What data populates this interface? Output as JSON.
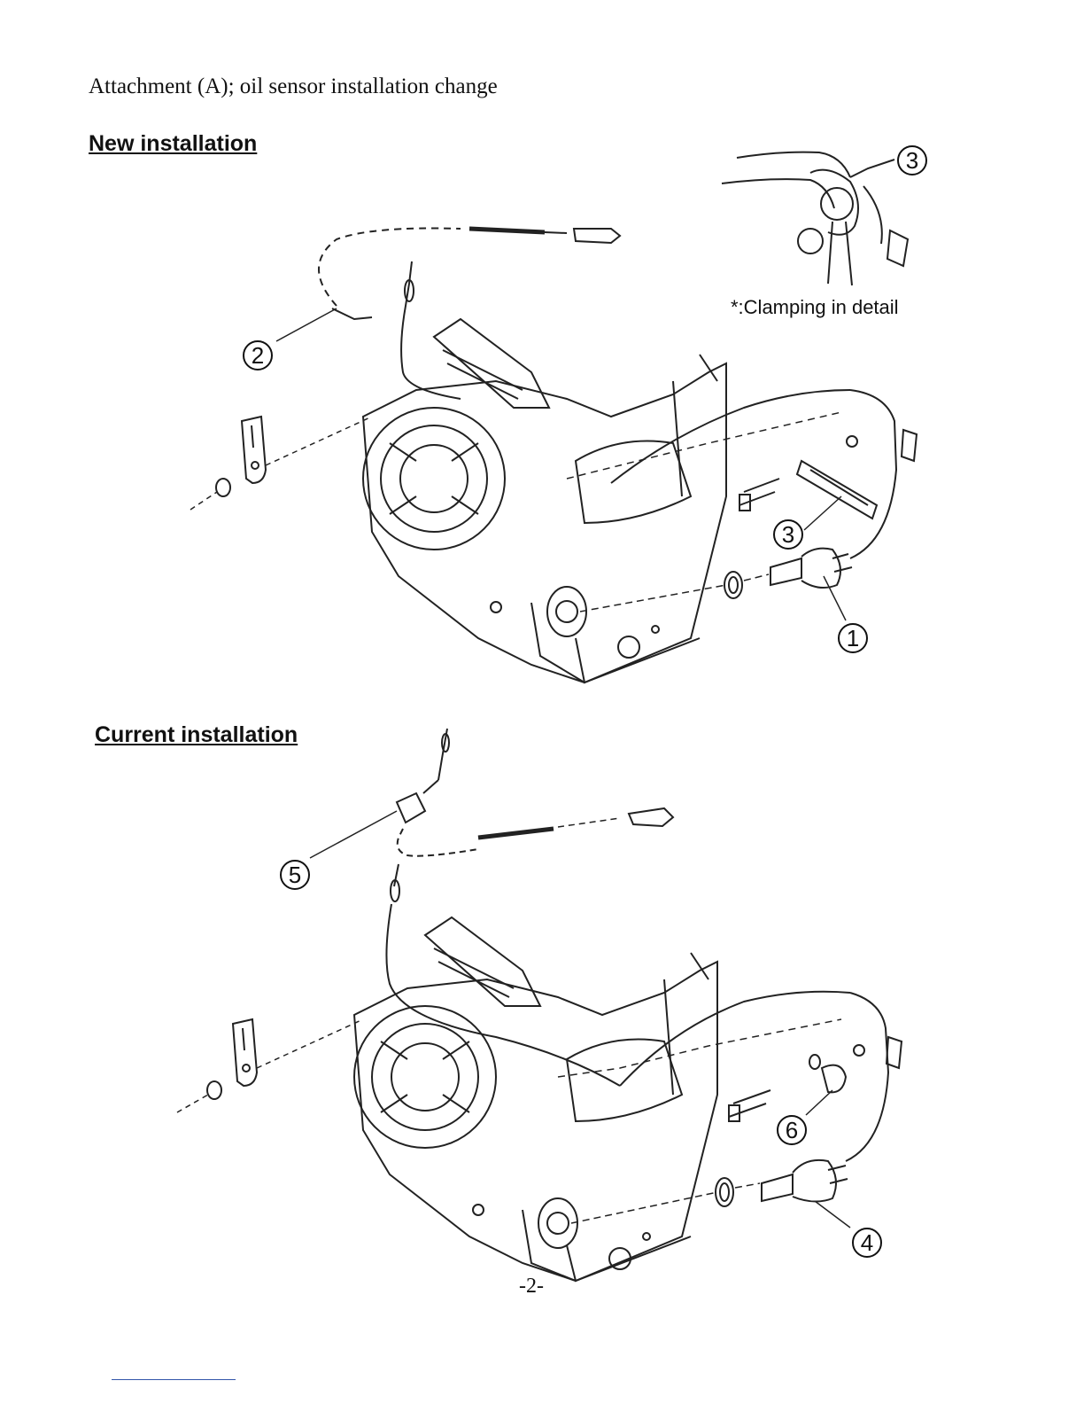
{
  "document": {
    "title": "Attachment (A); oil sensor installation change",
    "page_number": "-2-"
  },
  "sections": {
    "new_installation": {
      "heading": "New installation",
      "detail_note": "*:Clamping in detail",
      "callouts": [
        "3",
        "2",
        "3",
        "1"
      ]
    },
    "current_installation": {
      "heading": "Current installation",
      "callouts": [
        "5",
        "6",
        "4"
      ]
    }
  }
}
